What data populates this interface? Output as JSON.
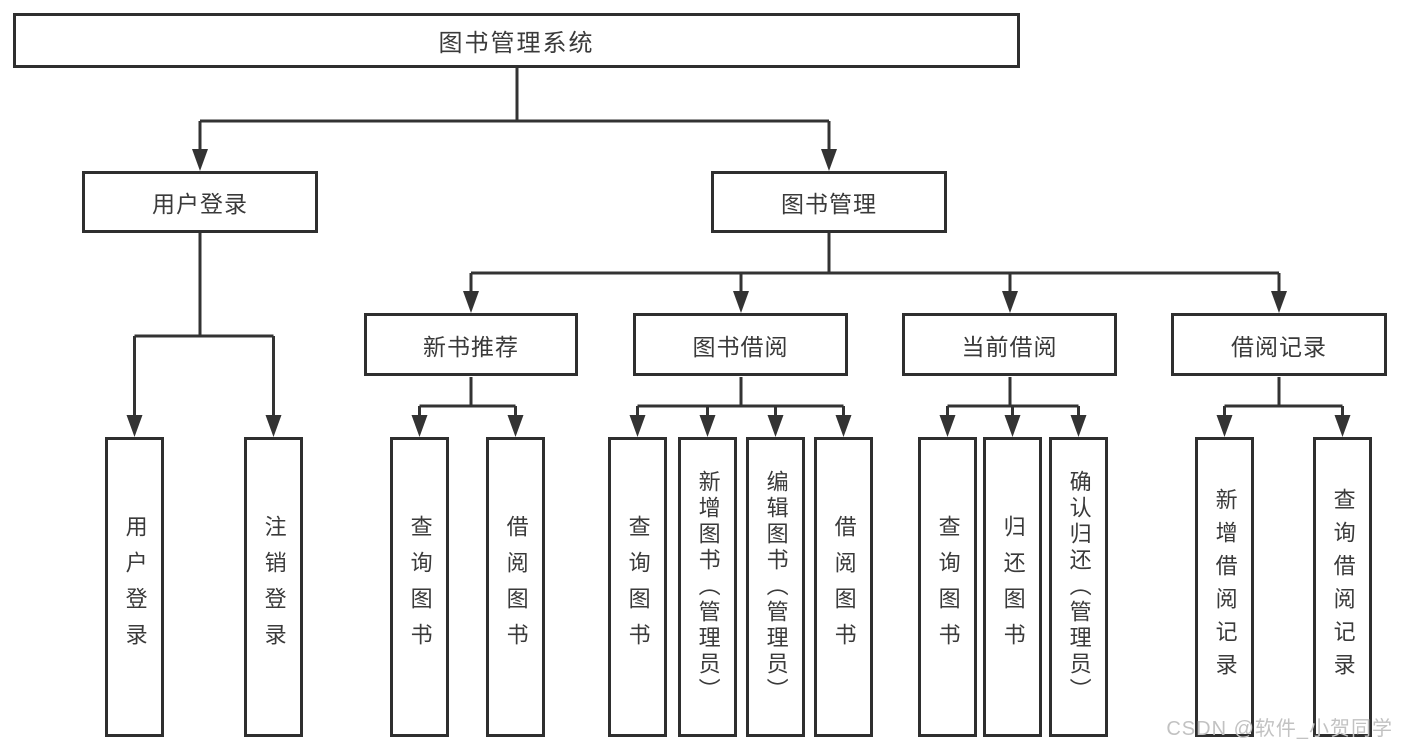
{
  "diagram": {
    "root": {
      "label": "图书管理系统"
    },
    "level2": {
      "user_login": {
        "label": "用户登录"
      },
      "book_mgmt": {
        "label": "图书管理"
      }
    },
    "level3": {
      "new_books": {
        "label": "新书推荐"
      },
      "book_borrow": {
        "label": "图书借阅"
      },
      "current_borrow": {
        "label": "当前借阅"
      },
      "borrow_records": {
        "label": "借阅记录"
      }
    },
    "leaves": {
      "user_login": [
        "用户登录",
        "注销登录"
      ],
      "new_books": [
        "查询图书",
        "借阅图书"
      ],
      "book_borrow": [
        "查询图书",
        "新增图书（管理员）",
        "编辑图书（管理员）",
        "借阅图书"
      ],
      "current_borrow": [
        "查询图书",
        "归还图书",
        "确认归还（管理员）"
      ],
      "borrow_records": [
        "新增借阅记录",
        "查询借阅记录"
      ]
    },
    "colors": {
      "line": "#333333",
      "text": "#3a3a3a",
      "background": "#ffffff",
      "watermark": "#c2c2c2"
    },
    "watermark": "CSDN @软件_小贺同学"
  }
}
